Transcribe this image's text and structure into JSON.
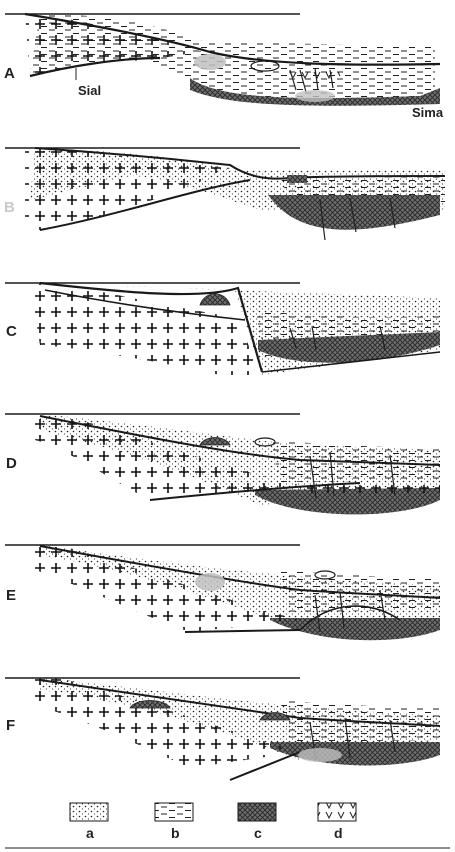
{
  "panels": [
    {
      "id": "A",
      "label": "A"
    },
    {
      "id": "B",
      "label": "B"
    },
    {
      "id": "C",
      "label": "C"
    },
    {
      "id": "D",
      "label": "D"
    },
    {
      "id": "E",
      "label": "E"
    },
    {
      "id": "F",
      "label": "F"
    }
  ],
  "annotations": {
    "sial": "Sial",
    "sima": "Sima"
  },
  "legend": [
    {
      "key": "a",
      "label": "a",
      "pattern": "dots"
    },
    {
      "key": "b",
      "label": "b",
      "pattern": "dashes"
    },
    {
      "key": "c",
      "label": "c",
      "pattern": "dark-crosshatch"
    },
    {
      "key": "d",
      "label": "d",
      "pattern": "v-marks"
    }
  ],
  "colors": {
    "ink": "#1a1a1a",
    "sima_fill": "#7a7a7a",
    "grey_highlight": "#b8b8b8",
    "panel_b_label": "#c9c9c9"
  }
}
